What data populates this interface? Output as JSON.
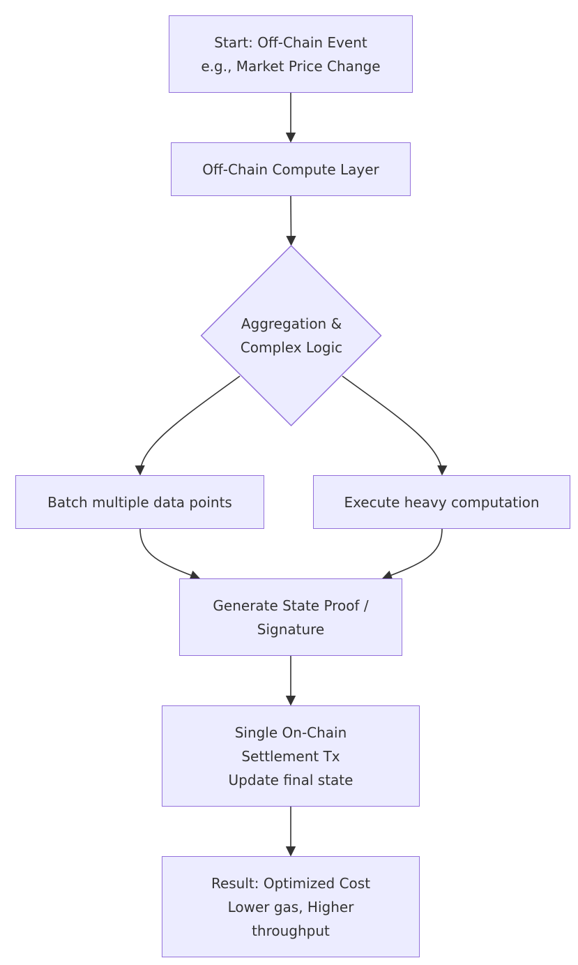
{
  "diagram": {
    "nodes": {
      "start": {
        "lines": [
          "Start: Off-Chain Event",
          "e.g., Market Price Change"
        ]
      },
      "compute": {
        "lines": [
          "Off-Chain Compute Layer"
        ]
      },
      "aggregation": {
        "lines": [
          "Aggregation &",
          "Complex Logic"
        ]
      },
      "batch": {
        "lines": [
          "Batch multiple data points"
        ]
      },
      "execute": {
        "lines": [
          "Execute heavy computation"
        ]
      },
      "proof": {
        "lines": [
          "Generate State Proof /",
          "Signature"
        ]
      },
      "settlement": {
        "lines": [
          "Single On-Chain",
          "Settlement Tx",
          "Update final state"
        ]
      },
      "result": {
        "lines": [
          "Result: Optimized Cost",
          "Lower gas, Higher",
          "throughput"
        ]
      }
    },
    "edges": [
      {
        "from": "start",
        "to": "compute"
      },
      {
        "from": "compute",
        "to": "aggregation"
      },
      {
        "from": "aggregation",
        "to": "batch"
      },
      {
        "from": "aggregation",
        "to": "execute"
      },
      {
        "from": "batch",
        "to": "proof"
      },
      {
        "from": "execute",
        "to": "proof"
      },
      {
        "from": "proof",
        "to": "settlement"
      },
      {
        "from": "settlement",
        "to": "result"
      }
    ],
    "colors": {
      "node_fill": "#ececff",
      "node_stroke": "#9370db",
      "edge": "#333333",
      "text": "#333333"
    }
  }
}
